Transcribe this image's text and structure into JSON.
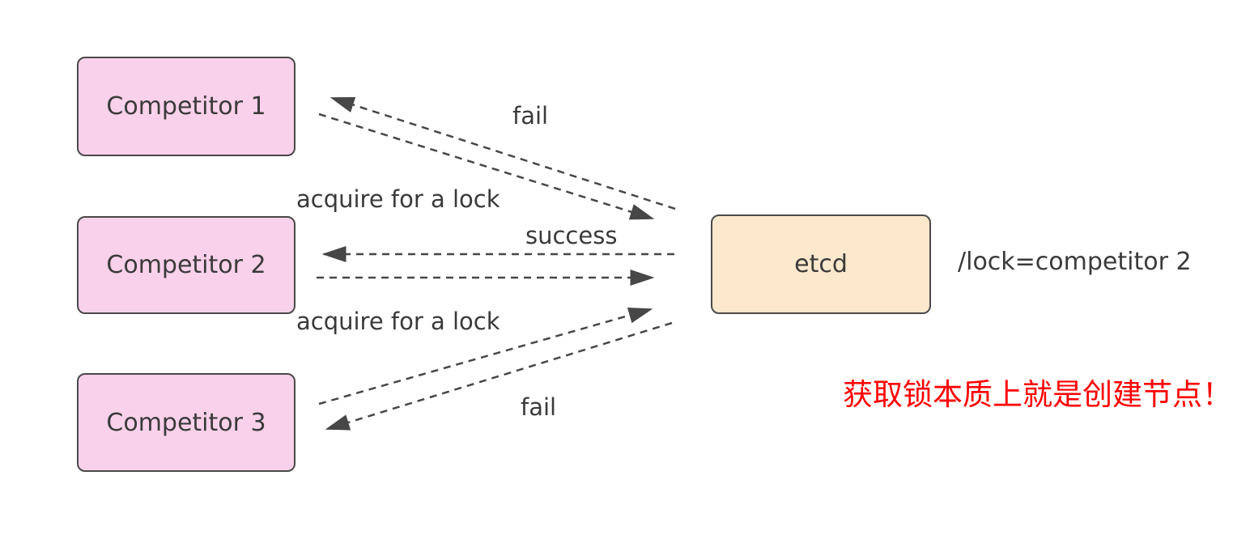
{
  "nodes": [
    {
      "id": "competitor-1",
      "label": "Competitor 1"
    },
    {
      "id": "competitor-2",
      "label": "Competitor 2"
    },
    {
      "id": "competitor-3",
      "label": "Competitor 3"
    },
    {
      "id": "etcd",
      "label": "etcd"
    }
  ],
  "edge_labels": {
    "c1_fail": "fail",
    "c1_acquire": "acquire for a lock",
    "c2_success": "success",
    "c3_acquire": "acquire for a lock",
    "c3_fail": "fail"
  },
  "annotations": {
    "lock_value": "/lock=competitor 2",
    "note": "获取锁本质上就是创建节点！"
  },
  "colors": {
    "canvas_bg": "#FFFFFF",
    "competitor_fill": "#FAD1EB",
    "etcd_fill": "#FCE8CD",
    "node_border": "#4A4A4A",
    "arrow_stroke": "#474747",
    "label_text": "#3A3A3A",
    "note_red": "#FF0000"
  }
}
